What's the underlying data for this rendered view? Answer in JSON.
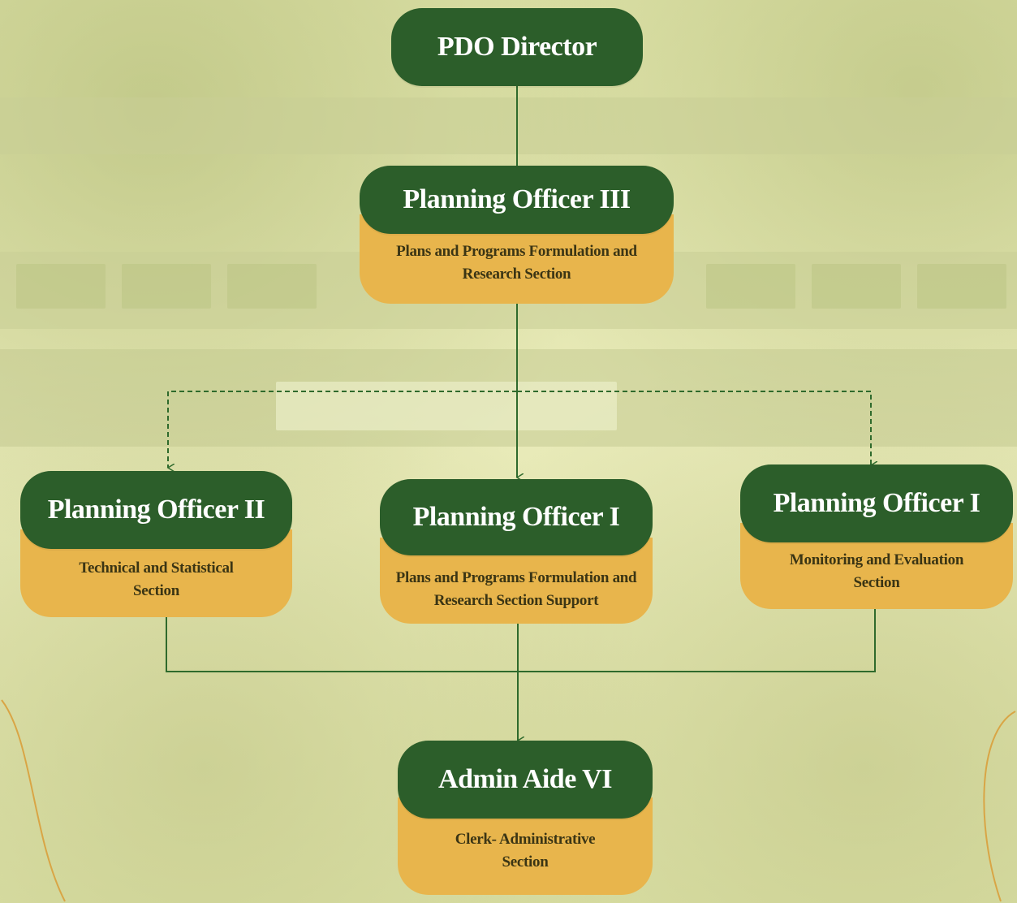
{
  "colors": {
    "node_header": "#2c5e2a",
    "node_section": "#e8b54c",
    "connector": "#2f6a2c",
    "background": "#e9ebbb"
  },
  "chart": {
    "nodes": [
      {
        "id": "pdo-director",
        "title": "PDO Director",
        "section": ""
      },
      {
        "id": "planning-officer-iii",
        "title": "Planning Officer III",
        "section": "Plans and Programs Formulation and Research Section"
      },
      {
        "id": "planning-officer-ii",
        "title": "Planning Officer II",
        "section": "Technical and Statistical Section"
      },
      {
        "id": "planning-officer-i-center",
        "title": "Planning Officer I",
        "section": "Plans and Programs Formulation and Research Section Support"
      },
      {
        "id": "planning-officer-i-right",
        "title": "Planning Officer I",
        "section": "Monitoring and Evaluation Section"
      },
      {
        "id": "admin-aide-vi",
        "title": "Admin Aide VI",
        "section": "Clerk- Administrative Section"
      }
    ]
  }
}
